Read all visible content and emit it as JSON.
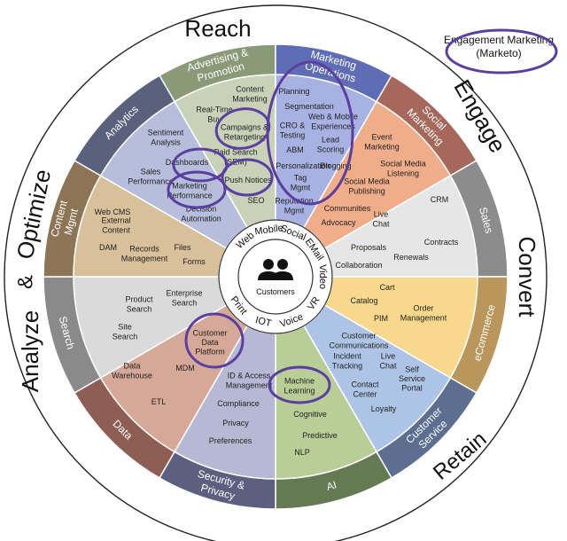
{
  "callout": {
    "line1": "Engagement Marketing",
    "line2": "(Marketo)"
  },
  "outer_labels": {
    "reach": "Reach",
    "engage": "Engage",
    "convert": "Convert",
    "retain": "Retain",
    "analyze": "Analyze",
    "amp": "&",
    "optimize": "Optimize"
  },
  "segments": [
    {
      "key": "advertising",
      "title": [
        "Advertising &",
        "Promotion"
      ],
      "color": "#c9d2b8",
      "band": "#8a9a78"
    },
    {
      "key": "marketing-ops",
      "title": [
        "Marketing",
        "Operations"
      ],
      "color": "#a8b2e2",
      "band": "#5f6db6"
    },
    {
      "key": "social",
      "title": [
        "Social",
        "Marketing"
      ],
      "color": "#f0ad8a",
      "band": "#a5685a"
    },
    {
      "key": "sales",
      "title": [
        "Sales"
      ],
      "color": "#e6e6e6",
      "band": "#8c8c8c"
    },
    {
      "key": "ecommerce",
      "title": [
        "eCommerce"
      ],
      "color": "#f8d88c",
      "band": "#b9975c"
    },
    {
      "key": "customer-service",
      "title": [
        "Customer",
        "Service"
      ],
      "color": "#aec4e6",
      "band": "#5d6f90"
    },
    {
      "key": "ai",
      "title": [
        "AI"
      ],
      "color": "#b9cd97",
      "band": "#647a52"
    },
    {
      "key": "security",
      "title": [
        "Security &",
        "Privacy"
      ],
      "color": "#b6b8d4",
      "band": "#5c5f80"
    },
    {
      "key": "data",
      "title": [
        "Data"
      ],
      "color": "#d6a898",
      "band": "#8e5e54"
    },
    {
      "key": "search",
      "title": [
        "Search"
      ],
      "color": "#dadada",
      "band": "#8a8a8a"
    },
    {
      "key": "content-mgmt",
      "title": [
        "Content",
        "Mgmt"
      ],
      "color": "#d8c09b",
      "band": "#8c7455"
    },
    {
      "key": "analytics",
      "title": [
        "Analytics"
      ],
      "color": "#b6bedb",
      "band": "#59617d"
    }
  ],
  "items": [
    {
      "text": [
        "Content",
        "Marketing"
      ]
    },
    {
      "text": [
        "Real-Time",
        "Buy"
      ]
    },
    {
      "text": [
        "Campaigns &",
        "Retargeting"
      ]
    },
    {
      "text": [
        "Paid Search",
        "(SEM)"
      ]
    },
    {
      "text": [
        "Push Notices"
      ]
    },
    {
      "text": [
        "SEO"
      ]
    },
    {
      "text": [
        "Planning"
      ]
    },
    {
      "text": [
        "Segmentation"
      ]
    },
    {
      "text": [
        "CRO &",
        "Testing"
      ]
    },
    {
      "text": [
        "Web & Mobile",
        "Experiences"
      ]
    },
    {
      "text": [
        "ABM"
      ]
    },
    {
      "text": [
        "Lead",
        "Scoring"
      ]
    },
    {
      "text": [
        "Personalization"
      ]
    },
    {
      "text": [
        "Tag",
        "Mgmt"
      ]
    },
    {
      "text": [
        "Reputation",
        "Mgmt"
      ]
    },
    {
      "text": [
        "Event",
        "Marketing"
      ]
    },
    {
      "text": [
        "Blogging"
      ]
    },
    {
      "text": [
        "Social Media",
        "Listening"
      ]
    },
    {
      "text": [
        "Social Media",
        "Publishing"
      ]
    },
    {
      "text": [
        "Communities"
      ]
    },
    {
      "text": [
        "Advocacy"
      ]
    },
    {
      "text": [
        "CRM"
      ]
    },
    {
      "text": [
        "Live",
        "Chat"
      ]
    },
    {
      "text": [
        "Contracts"
      ]
    },
    {
      "text": [
        "Proposals"
      ]
    },
    {
      "text": [
        "Renewals"
      ]
    },
    {
      "text": [
        "Collaboration"
      ]
    },
    {
      "text": [
        "Cart"
      ]
    },
    {
      "text": [
        "Catalog"
      ]
    },
    {
      "text": [
        "Order",
        "Management"
      ]
    },
    {
      "text": [
        "PIM"
      ]
    },
    {
      "text": [
        "Customer",
        "Communications"
      ]
    },
    {
      "text": [
        "Incident",
        "Tracking"
      ]
    },
    {
      "text": [
        "Live",
        "Chat"
      ]
    },
    {
      "text": [
        "Self",
        "Service",
        "Portal"
      ]
    },
    {
      "text": [
        "Contact",
        "Center"
      ]
    },
    {
      "text": [
        "Loyalty"
      ]
    },
    {
      "text": [
        "Machine",
        "Learning"
      ]
    },
    {
      "text": [
        "Cognitive"
      ]
    },
    {
      "text": [
        "Predictive"
      ]
    },
    {
      "text": [
        "NLP"
      ]
    },
    {
      "text": [
        "ID  & Access",
        "Management"
      ]
    },
    {
      "text": [
        "Compliance"
      ]
    },
    {
      "text": [
        "Privacy"
      ]
    },
    {
      "text": [
        "Preferences"
      ]
    },
    {
      "text": [
        "Customer",
        "Data",
        "Platform"
      ]
    },
    {
      "text": [
        "MDM"
      ]
    },
    {
      "text": [
        "ETL"
      ]
    },
    {
      "text": [
        "Data",
        "Warehouse"
      ]
    },
    {
      "text": [
        "Product",
        "Search"
      ]
    },
    {
      "text": [
        "Enterprise",
        "Search"
      ]
    },
    {
      "text": [
        "Site",
        "Search"
      ]
    },
    {
      "text": [
        "Web CMS"
      ]
    },
    {
      "text": [
        "External",
        "Content"
      ]
    },
    {
      "text": [
        "DAM"
      ]
    },
    {
      "text": [
        "Records",
        "Management"
      ]
    },
    {
      "text": [
        "Files"
      ]
    },
    {
      "text": [
        "Forms"
      ]
    },
    {
      "text": [
        "Sentiment",
        "Analysis"
      ]
    },
    {
      "text": [
        "Dashboards"
      ]
    },
    {
      "text": [
        "Sales",
        "Performance"
      ]
    },
    {
      "text": [
        "Marketing",
        "Performance"
      ]
    },
    {
      "text": [
        "Decision",
        "Automation"
      ]
    }
  ],
  "channels": [
    "Web",
    "Mobile",
    "Social",
    "EMail",
    "Video",
    "VR",
    "Voice",
    "IOT",
    "Print"
  ],
  "center_label": "Customers"
}
